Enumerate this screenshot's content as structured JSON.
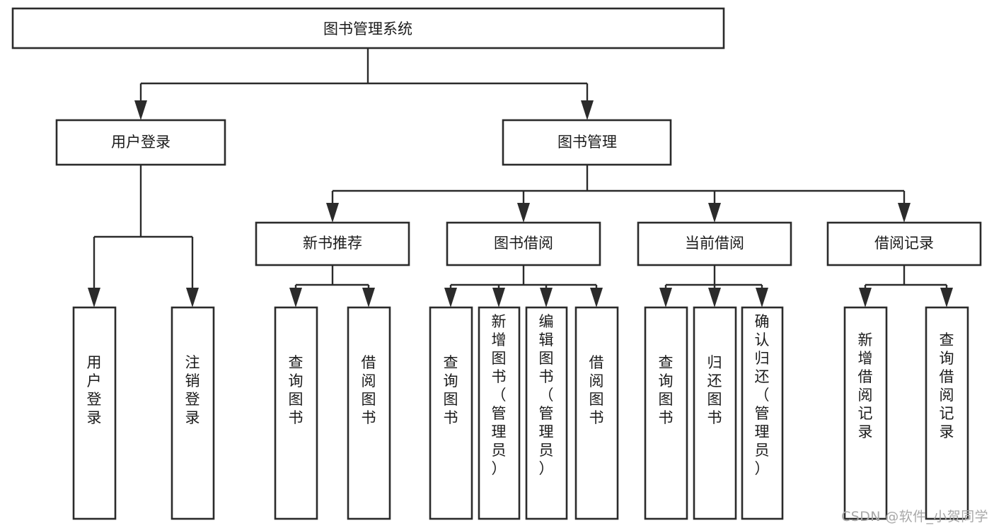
{
  "diagram": {
    "title_node": {
      "label": "图书管理系统"
    },
    "level1": [
      {
        "id": "user-login",
        "label": "用户登录"
      },
      {
        "id": "book-management",
        "label": "图书管理"
      }
    ],
    "level2": [
      {
        "id": "new-book-recommend",
        "label": "新书推荐",
        "parent": "book-management"
      },
      {
        "id": "book-borrow",
        "label": "图书借阅",
        "parent": "book-management"
      },
      {
        "id": "current-borrow",
        "label": "当前借阅",
        "parent": "book-management"
      },
      {
        "id": "borrow-record",
        "label": "借阅记录",
        "parent": "book-management"
      }
    ],
    "leaves": [
      {
        "id": "leaf-user-login",
        "label": "用户登录",
        "parent": "user-login"
      },
      {
        "id": "leaf-logout-login",
        "label": "注销登录",
        "parent": "user-login"
      },
      {
        "id": "leaf-query-book-1",
        "label": "查询图书",
        "parent": "new-book-recommend"
      },
      {
        "id": "leaf-borrow-book-1",
        "label": "借阅图书",
        "parent": "new-book-recommend"
      },
      {
        "id": "leaf-query-book-2",
        "label": "查询图书",
        "parent": "book-borrow"
      },
      {
        "id": "leaf-add-book",
        "label": "新增图书（管理员）",
        "parent": "book-borrow"
      },
      {
        "id": "leaf-edit-book",
        "label": "编辑图书（管理员）",
        "parent": "book-borrow"
      },
      {
        "id": "leaf-borrow-book-2",
        "label": "借阅图书",
        "parent": "book-borrow"
      },
      {
        "id": "leaf-query-book-3",
        "label": "查询图书",
        "parent": "current-borrow"
      },
      {
        "id": "leaf-return-book",
        "label": "归还图书",
        "parent": "current-borrow"
      },
      {
        "id": "leaf-confirm-return",
        "label": "确认归还（管理员）",
        "parent": "current-borrow"
      },
      {
        "id": "leaf-add-record",
        "label": "新增借阅记录",
        "parent": "borrow-record"
      },
      {
        "id": "leaf-query-record",
        "label": "查询借阅记录",
        "parent": "borrow-record"
      }
    ]
  },
  "watermark": {
    "text": "CSDN @软件_小贺同学"
  },
  "colors": {
    "box_stroke": "#2b2b2b",
    "box_fill": "#ffffff",
    "text": "#1b1b1b",
    "watermark": "#a8a8a8",
    "background": "#ffffff"
  }
}
